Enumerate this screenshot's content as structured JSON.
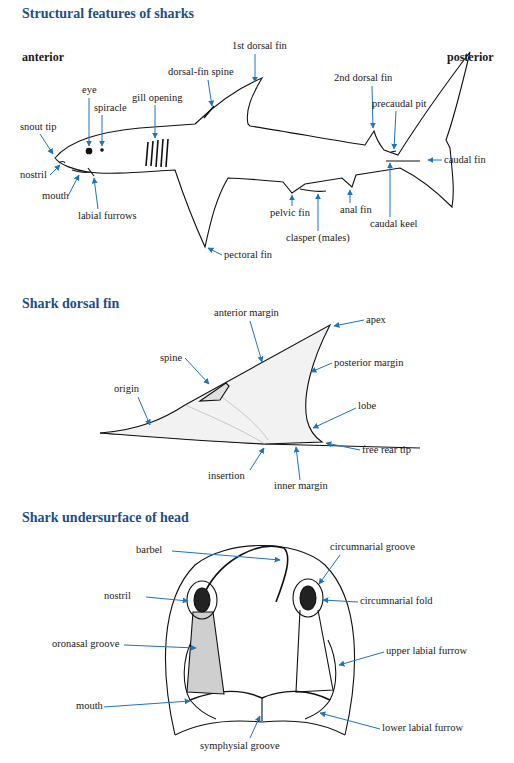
{
  "diagram": {
    "title": "Structural features of sharks",
    "labels": [
      "anterior",
      "posterior",
      "1st dorsal fin",
      "dorsal-fin spine",
      "eye",
      "spiracle",
      "gill opening",
      "2nd dorsal fin",
      "precaudal pit",
      "snout tip",
      "caudal fin",
      "nostril",
      "mouth",
      "labial furrows",
      "pelvic fin",
      "anal fin",
      "caudal keel",
      "clasper (males)",
      "pectoral fin",
      "Shark dorsal fin",
      "anterior margin",
      "apex",
      "posterior margin",
      "spine",
      "origin",
      "lobe",
      "free rear tip",
      "insertion",
      "inner margin",
      "Shark undersurface of head",
      "barbel",
      "circumnarial groove",
      "nostril",
      "circumnarial fold",
      "oronasal groove",
      "upper labial furrow",
      "mouth",
      "lower labial furrow",
      "symphysial groove"
    ]
  }
}
